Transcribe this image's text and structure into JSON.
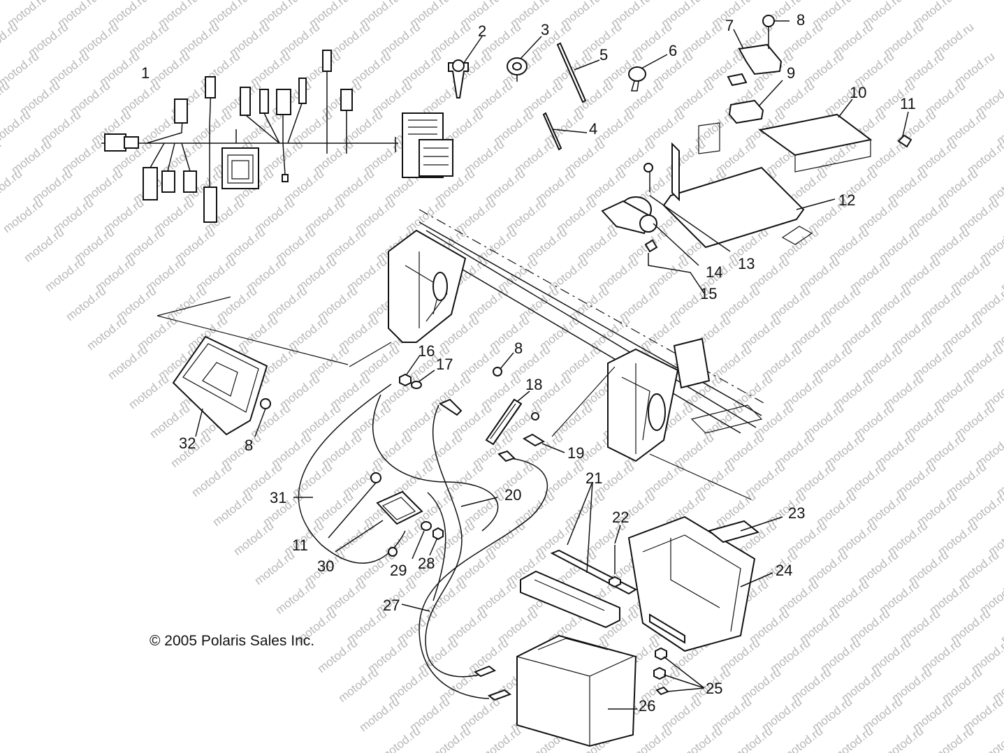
{
  "watermark": "motod.ru",
  "copyright": "© 2005 Polaris Sales Inc.",
  "callouts": {
    "c1": "1",
    "c2": "2",
    "c3": "3",
    "c4": "4",
    "c5": "5",
    "c6": "6",
    "c7": "7",
    "c8a": "8",
    "c9": "9",
    "c10": "10",
    "c11a": "11",
    "c12": "12",
    "c13": "13",
    "c14": "14",
    "c15": "15",
    "c16": "16",
    "c17": "17",
    "c8b": "8",
    "c18": "18",
    "c19": "19",
    "c32": "32",
    "c8c": "8",
    "c20": "20",
    "c21": "21",
    "c22": "22",
    "c23": "23",
    "c24": "24",
    "c31": "31",
    "c11b": "11",
    "c30": "30",
    "c29": "29",
    "c28": "28",
    "c27": "27",
    "c25": "25",
    "c26": "26"
  }
}
